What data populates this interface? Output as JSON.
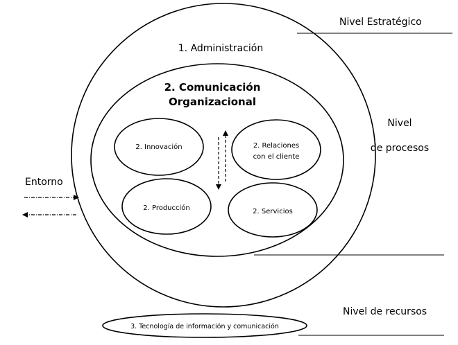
{
  "levels": {
    "strategic": "Nivel Estratégico",
    "processes_line1": "Nivel",
    "processes_line2": "de procesos",
    "resources": "Nivel de recursos"
  },
  "outer_circle": {
    "label": "1.   Administración"
  },
  "inner_circle": {
    "title_line1": "2. Comunicación",
    "title_line2": "Organizacional"
  },
  "processes": {
    "innovation": "2. Innovación",
    "relations_line1": "2. Relaciones",
    "relations_line2": "con el cliente",
    "production": "2. Producción",
    "services": "2. Servicios"
  },
  "environment": {
    "label": "Entorno"
  },
  "resources_ellipse": {
    "label": "3. Tecnología de información y comunicación"
  }
}
